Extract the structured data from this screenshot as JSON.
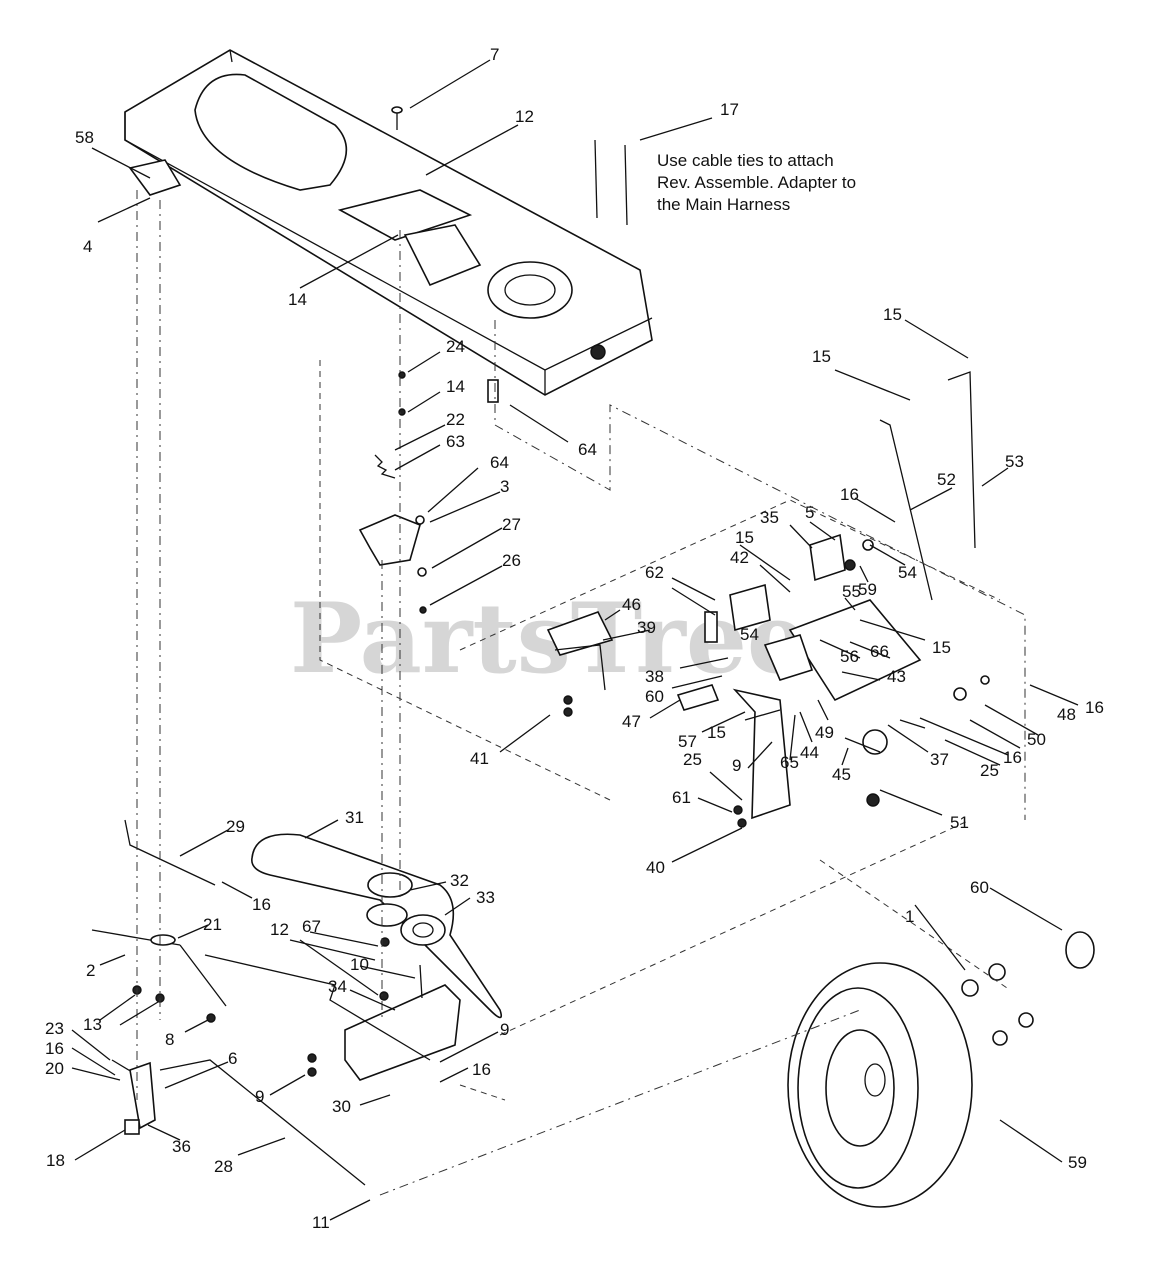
{
  "watermark": "PartsTree",
  "note": {
    "line1": "Use cable ties to attach",
    "line2": "Rev. Assemble. Adapter to",
    "line3": "the Main Harness"
  },
  "callouts": [
    "7",
    "12",
    "17",
    "58",
    "4",
    "14",
    "24",
    "14",
    "22",
    "63",
    "64",
    "64",
    "3",
    "27",
    "26",
    "15",
    "15",
    "52",
    "53",
    "16",
    "5",
    "35",
    "54",
    "59",
    "15",
    "42",
    "62",
    "46",
    "39",
    "55",
    "54",
    "15",
    "56",
    "66",
    "43",
    "38",
    "60",
    "47",
    "57",
    "15",
    "49",
    "44",
    "65",
    "16",
    "48",
    "50",
    "16",
    "25",
    "37",
    "45",
    "51",
    "41",
    "9",
    "25",
    "61",
    "40",
    "29",
    "31",
    "16",
    "32",
    "33",
    "21",
    "12",
    "67",
    "10",
    "2",
    "13",
    "8",
    "34",
    "23",
    "16",
    "20",
    "6",
    "9",
    "9",
    "16",
    "30",
    "18",
    "36",
    "28",
    "11",
    "1",
    "60",
    "59"
  ]
}
